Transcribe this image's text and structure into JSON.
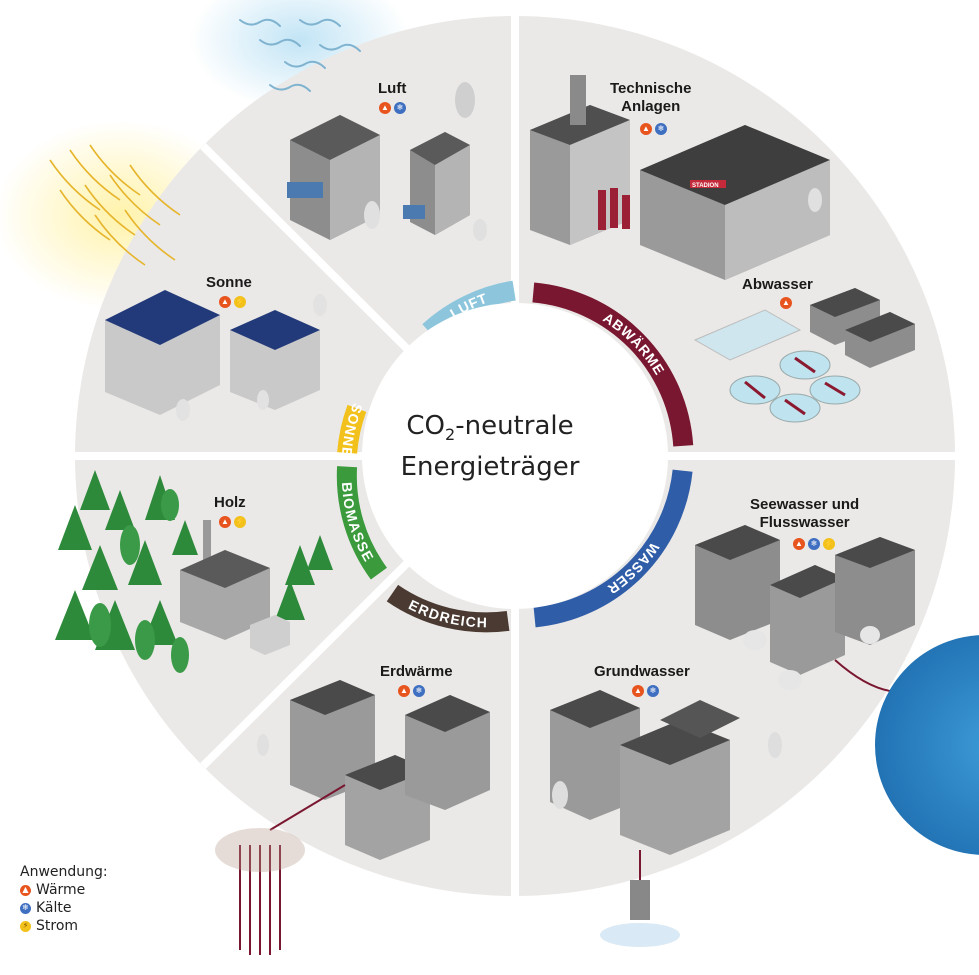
{
  "center": {
    "line1": "CO",
    "sub": "2",
    "line1_rest": "-neutrale",
    "line2": "Energieträger"
  },
  "ring": [
    {
      "label": "LUFT",
      "color": "#8dc6dc"
    },
    {
      "label": "ABWÄRME",
      "color": "#7a1730"
    },
    {
      "label": "WASSER",
      "color": "#2f5da8"
    },
    {
      "label": "ERDREICH",
      "color": "#4a3a31"
    },
    {
      "label": "BIOMASSE",
      "color": "#3a9a3c"
    },
    {
      "label": "SONNE",
      "color": "#f2c11b"
    }
  ],
  "sources": [
    {
      "name": "Luft",
      "uses": [
        "w",
        "k"
      ]
    },
    {
      "name": "Technische",
      "name2": "Anlagen",
      "uses": [
        "w",
        "k"
      ]
    },
    {
      "name": "Abwasser",
      "uses": [
        "w"
      ]
    },
    {
      "name": "Seewasser und",
      "name2": "Flusswasser",
      "uses": [
        "w",
        "k",
        "s"
      ]
    },
    {
      "name": "Grundwasser",
      "uses": [
        "w",
        "k"
      ]
    },
    {
      "name": "Erdwärme",
      "uses": [
        "w",
        "k"
      ]
    },
    {
      "name": "Holz",
      "uses": [
        "w",
        "s"
      ]
    },
    {
      "name": "Sonne",
      "uses": [
        "w",
        "s"
      ]
    }
  ],
  "building_sign": "STADION",
  "legend": {
    "title": "Anwendung:",
    "waerme": "Wärme",
    "kaelte": "Kälte",
    "strom": "Strom"
  },
  "colors": {
    "waerme": "#e8541e",
    "kaelte": "#3f6fc0",
    "strom": "#f2c11b",
    "disc": "#ebe9e7"
  }
}
